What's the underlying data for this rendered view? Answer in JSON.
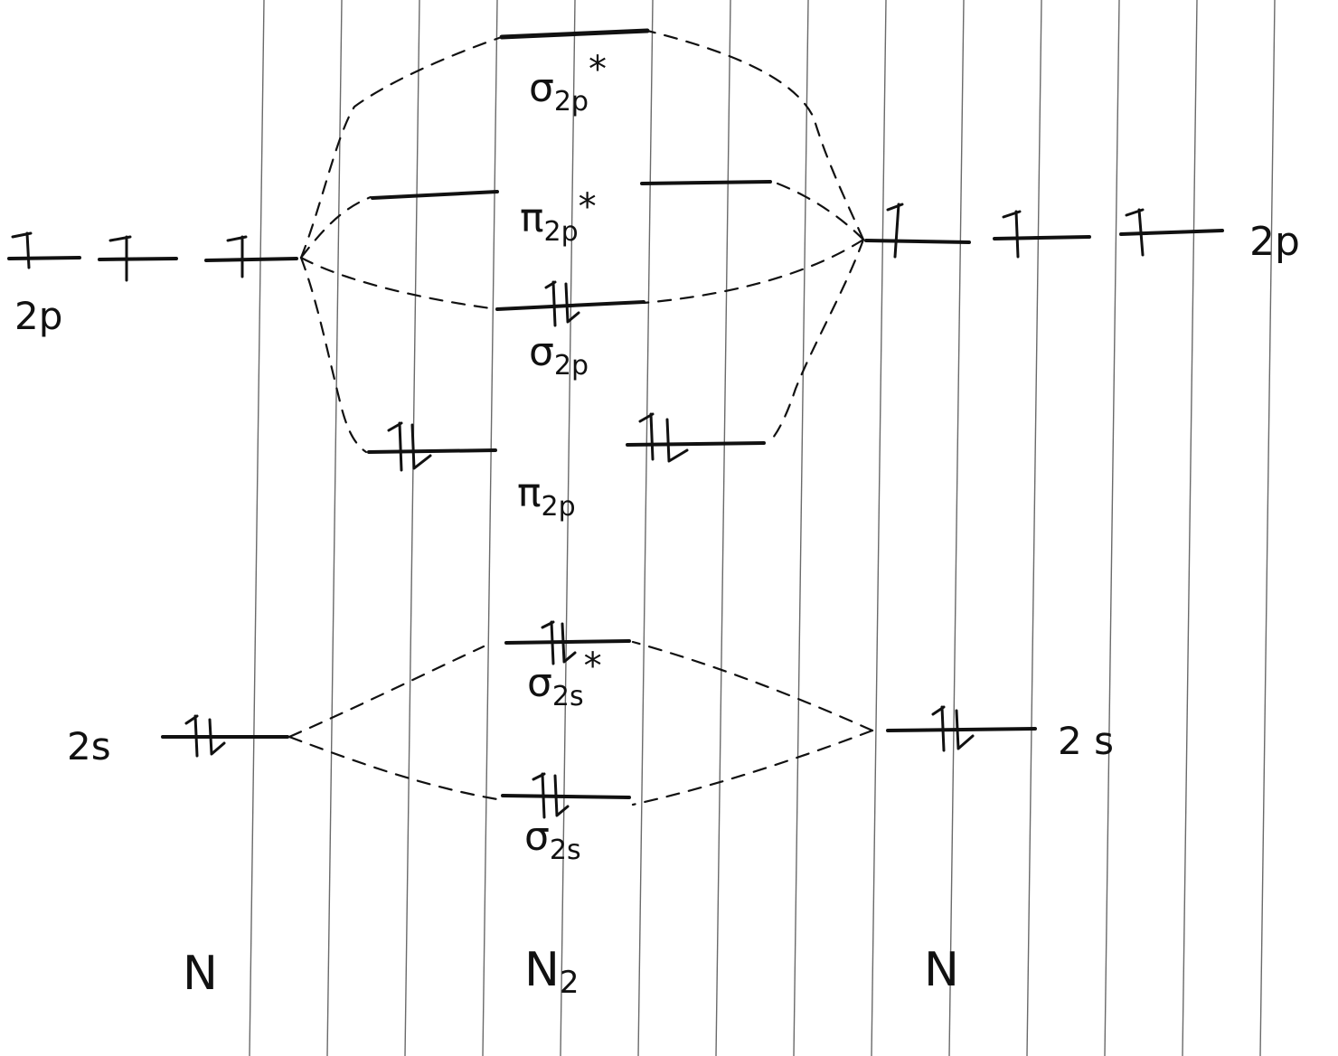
{
  "labels": {
    "left_2p": "2p",
    "right_2p": "2p",
    "left_2s": "2s",
    "right_2s": "2 s",
    "sigma_2p_star": "σ2p*",
    "pi_2p_star": "π2p*",
    "sigma_2p": "σ2p",
    "pi_2p": "π2p",
    "sigma_2s_star": "σ2s*",
    "sigma_2s": "σ2s",
    "atom_left": "N",
    "molecule": "N2",
    "atom_right": "N"
  },
  "sub": {
    "sigma_2p_star": {
      "base": "σ",
      "sub": "2p",
      "sup": "*"
    },
    "pi_2p_star": {
      "base": "π",
      "sub": "2p",
      "sup": "*"
    },
    "sigma_2p": {
      "base": "σ",
      "sub": "2p"
    },
    "pi_2p": {
      "base": "π",
      "sub": "2p"
    },
    "sigma_2s_star": {
      "base": "σ",
      "sub": "2s",
      "sup": "*"
    },
    "sigma_2s": {
      "base": "σ",
      "sub": "2s"
    },
    "molecule": {
      "base": "N",
      "sub": "2"
    }
  },
  "occupancy": {
    "N_left_2p": [
      1,
      1,
      1
    ],
    "N_right_2p": [
      1,
      1,
      1
    ],
    "N_left_2s": 2,
    "N_right_2s": 2,
    "sigma_2s": 2,
    "sigma_2s_star": 2,
    "pi_2p": [
      2,
      2
    ],
    "sigma_2p": 2,
    "pi_2p_star": [
      0,
      0
    ],
    "sigma_2p_star": 0
  }
}
